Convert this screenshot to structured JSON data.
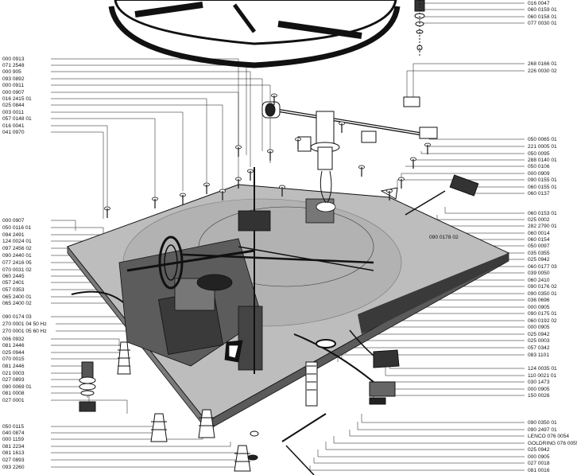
{
  "colors": {
    "background": "#ffffff",
    "ink": "#111111",
    "plate_fill": "#cfcfcf",
    "plate_shadow": "#8a8a8a",
    "dark_part": "#2a2a2a"
  },
  "labels": {
    "left": [
      "000 0913",
      "071 2548",
      "000 905",
      "093 0892",
      "000 0911",
      "000 0907",
      "016 2415 01",
      "025 0844",
      "003 0011",
      "057 0148 01",
      "016 0041",
      "041 0970",
      "000 0907",
      "050 0116 01",
      "094 2491",
      "124 0024 01",
      "097 2456 02",
      "090 2440 01",
      "077 2416 05",
      "070 0031 02",
      "060 2445",
      "057 2401",
      "057 0353",
      "065 2400 01",
      "065 2400 02",
      "090 0174 03",
      "270 0001 04  50 Hz",
      "270 0001 05  60 Hz",
      "006 0932",
      "081 2446",
      "025 0944",
      "070 0015",
      "081 2446",
      "021 0003",
      "027 0893",
      "090 0069 01",
      "081 0008",
      "027 0001",
      "050 0115",
      "040 0874",
      "000 1159",
      "081 2234",
      "081 1613",
      "027 0893",
      "093 2260"
    ],
    "center": [
      "090 0178 02"
    ],
    "right": [
      "016 0047",
      "060 0159 01",
      "060 0158 01",
      "077 0030 01",
      "268 0166 01",
      "226 0030 02",
      "050 0065 01",
      "221 0005 01",
      "050 0095",
      "288 0140 01",
      "050 0106",
      "000 0909",
      "090 0155 01",
      "060 0155 01",
      "060 0137",
      "060 0153 01",
      "025 0002",
      "282 2790 01",
      "060 0014",
      "060 0154",
      "050 0097",
      "035 0355",
      "025 0942",
      "060 0177 03",
      "039 0050",
      "060 2410",
      "090 0176 02",
      "090 0350 01",
      "036 0696",
      "000 0905",
      "090 0175 01",
      "060 0192 02",
      "000 0905",
      "025 0942",
      "025 0003",
      "057 0342",
      "083 1101",
      "124 0035 01",
      "110 0021 01",
      "030 1473",
      "000 0905",
      "150 0026",
      "090 0350 01",
      "090 2497 01",
      "LENCO 076 0054",
      "GOLDRING 076 0055",
      "025 0942",
      "000 0905",
      "027 0018",
      "081 0016"
    ]
  }
}
